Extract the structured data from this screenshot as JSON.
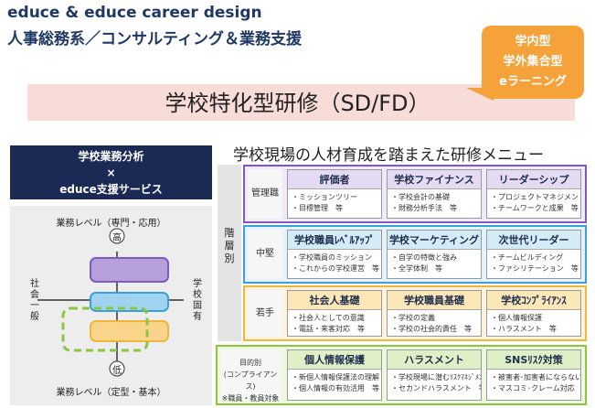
{
  "header": {
    "line1": "educe & educe career design",
    "line2": "人事総務系／コンサルティング＆業務支援"
  },
  "badge": {
    "items": [
      "学内型",
      "学外集合型",
      "eラーニング"
    ]
  },
  "main_title": "学校特化型研修（SD/FD）",
  "left_panel": {
    "box_lines": [
      "学校業務分析",
      "×",
      "educe支援サービス"
    ],
    "top_axis_label": "業務レベル（専門・応用）",
    "high": "高",
    "low": "低",
    "bottom_axis_label": "業務レベル（定型・基本）",
    "left_axis_label": "社会一般",
    "right_axis_label": "学校固有"
  },
  "menu": {
    "subtitle": "学校現場の人材育成を踏まえた研修メニュー",
    "side_label": "階層別",
    "rows": [
      {
        "label": "管理職",
        "cells": [
          {
            "title": "評価者",
            "lines": [
              "・ミッションツリー",
              "・目標管理　等"
            ]
          },
          {
            "title": "学校ファイナンス",
            "lines": [
              "・学校会計の基礎",
              "・財務分析手法　等"
            ]
          },
          {
            "title": "リーダーシップ",
            "lines": [
              "・プロジェクトマネジメント",
              "・チームワークと成果　等"
            ]
          }
        ]
      },
      {
        "label": "中堅",
        "cells": [
          {
            "title": "学校職員ﾚﾍﾞﾙｱｯﾌﾟ",
            "lines": [
              "・学校職員のミッション",
              "・これからの学校運営　等"
            ]
          },
          {
            "title": "学校マーケティング",
            "lines": [
              "・自学の特徴と強み",
              "・全学体制　等"
            ]
          },
          {
            "title": "次世代リーダー",
            "lines": [
              "・チームビルディング",
              "・ファシリテーション　等"
            ]
          }
        ]
      },
      {
        "label": "若手",
        "cells": [
          {
            "title": "社会人基礎",
            "lines": [
              "・社会人としての意識",
              "・電話・来客対応　等"
            ]
          },
          {
            "title": "学校職員基礎",
            "lines": [
              "・学校の定義",
              "・学校の社会的責任　等"
            ]
          },
          {
            "title": "学校ｺﾝﾌﾟﾗｲｱﾝｽ",
            "lines": [
              "・個人情報保護",
              "・ハラスメント　等"
            ]
          }
        ]
      },
      {
        "label": "目的別\n(コンプライアンス)\n※職員・教員対象",
        "cells": [
          {
            "title": "個人情報保護",
            "lines": [
              "・新個人情報保護法の理解",
              "・個人情報の有効活用　等"
            ]
          },
          {
            "title": "ハラスメント",
            "lines": [
              "・学校現場に潜むﾘｽｸﾏﾈｼﾞﾒﾝﾄ",
              "・セカンドハラスメント　等"
            ]
          },
          {
            "title": "SNSﾘｽｸ対策",
            "lines": [
              "・被害者･加害者にならない為に",
              "・マスコミ･クレーム対応　等"
            ]
          }
        ]
      }
    ]
  },
  "colors": {
    "navy": "#1a2a55",
    "orange": "#f5a23a",
    "purple": "#7d5bb8",
    "blue": "#3aa0d8",
    "gold": "#f0b53a",
    "green": "#8cc63f"
  }
}
